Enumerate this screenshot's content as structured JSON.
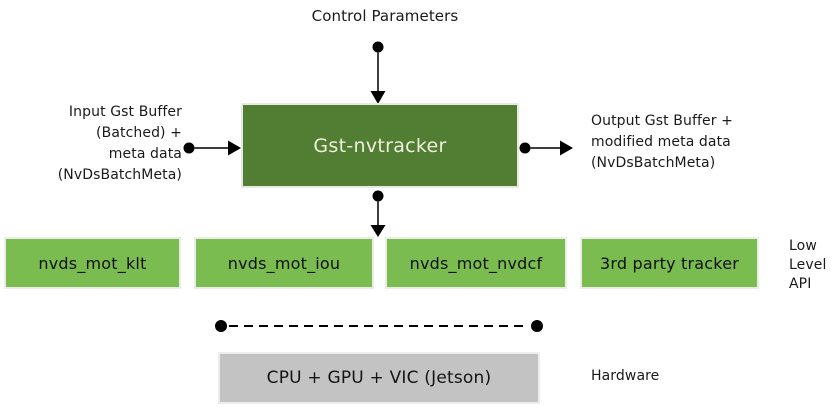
{
  "colors": {
    "dark_green": "#527e33",
    "light_green": "#7abc4f",
    "gray_box": "#c3c3c3",
    "text_dark": "#1a1a1a",
    "box_text_light": "#f0eedd",
    "line_color": "#3d3d3d"
  },
  "labels": {
    "control_parameters": "Control Parameters",
    "input_buffer": "Input Gst Buffer\n(Batched) +\nmeta data\n(NvDsBatchMeta)",
    "output_buffer": "Output Gst Buffer +\nmodified meta data\n(NvDsBatchMeta)",
    "low_level_api": "Low\nLevel\nAPI",
    "hardware": "Hardware"
  },
  "nodes": {
    "tracker": "Gst-nvtracker",
    "hardware_box": "CPU + GPU + VIC (Jetson)"
  },
  "low_level_modules": [
    {
      "label": "nvds_mot_klt"
    },
    {
      "label": "nvds_mot_iou"
    },
    {
      "label": "nvds_mot_nvdcf"
    },
    {
      "label": "3rd party tracker"
    }
  ]
}
